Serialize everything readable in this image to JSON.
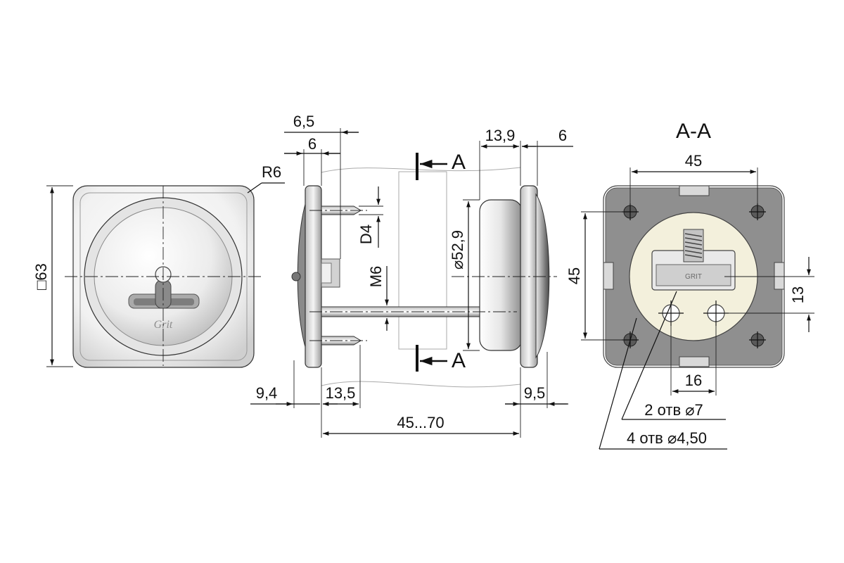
{
  "drawing": {
    "front_view": {
      "radius_label": "R6",
      "size_label": "□63",
      "logo_text": "Grit"
    },
    "side_view": {
      "dim_6_5": "6,5",
      "dim_6": "6",
      "dim_13_9": "13,9",
      "dim_6_right": "6",
      "dim_d4": "D4",
      "dim_m6": "M6",
      "dim_d52_9": "⌀52,9",
      "dim_9_4": "9,4",
      "dim_13_5": "13,5",
      "dim_9_5": "9,5",
      "dim_range": "45...70",
      "section_mark": "A"
    },
    "section_view": {
      "title": "A-A",
      "dim_45_top": "45",
      "dim_45_left": "45",
      "dim_13": "13",
      "dim_16": "16",
      "note_holes_7": "2 отв ⌀7",
      "note_holes_4_5": "4 отв ⌀4,50",
      "label_text": "GRIT"
    }
  },
  "colors": {
    "metal_light": "#f0f0f0",
    "metal_mid": "#c8c8c8",
    "metal_dark": "#6e6e6e",
    "plate_gray": "#8f8f8f",
    "cream": "#f3f0dc",
    "line": "#111111"
  }
}
